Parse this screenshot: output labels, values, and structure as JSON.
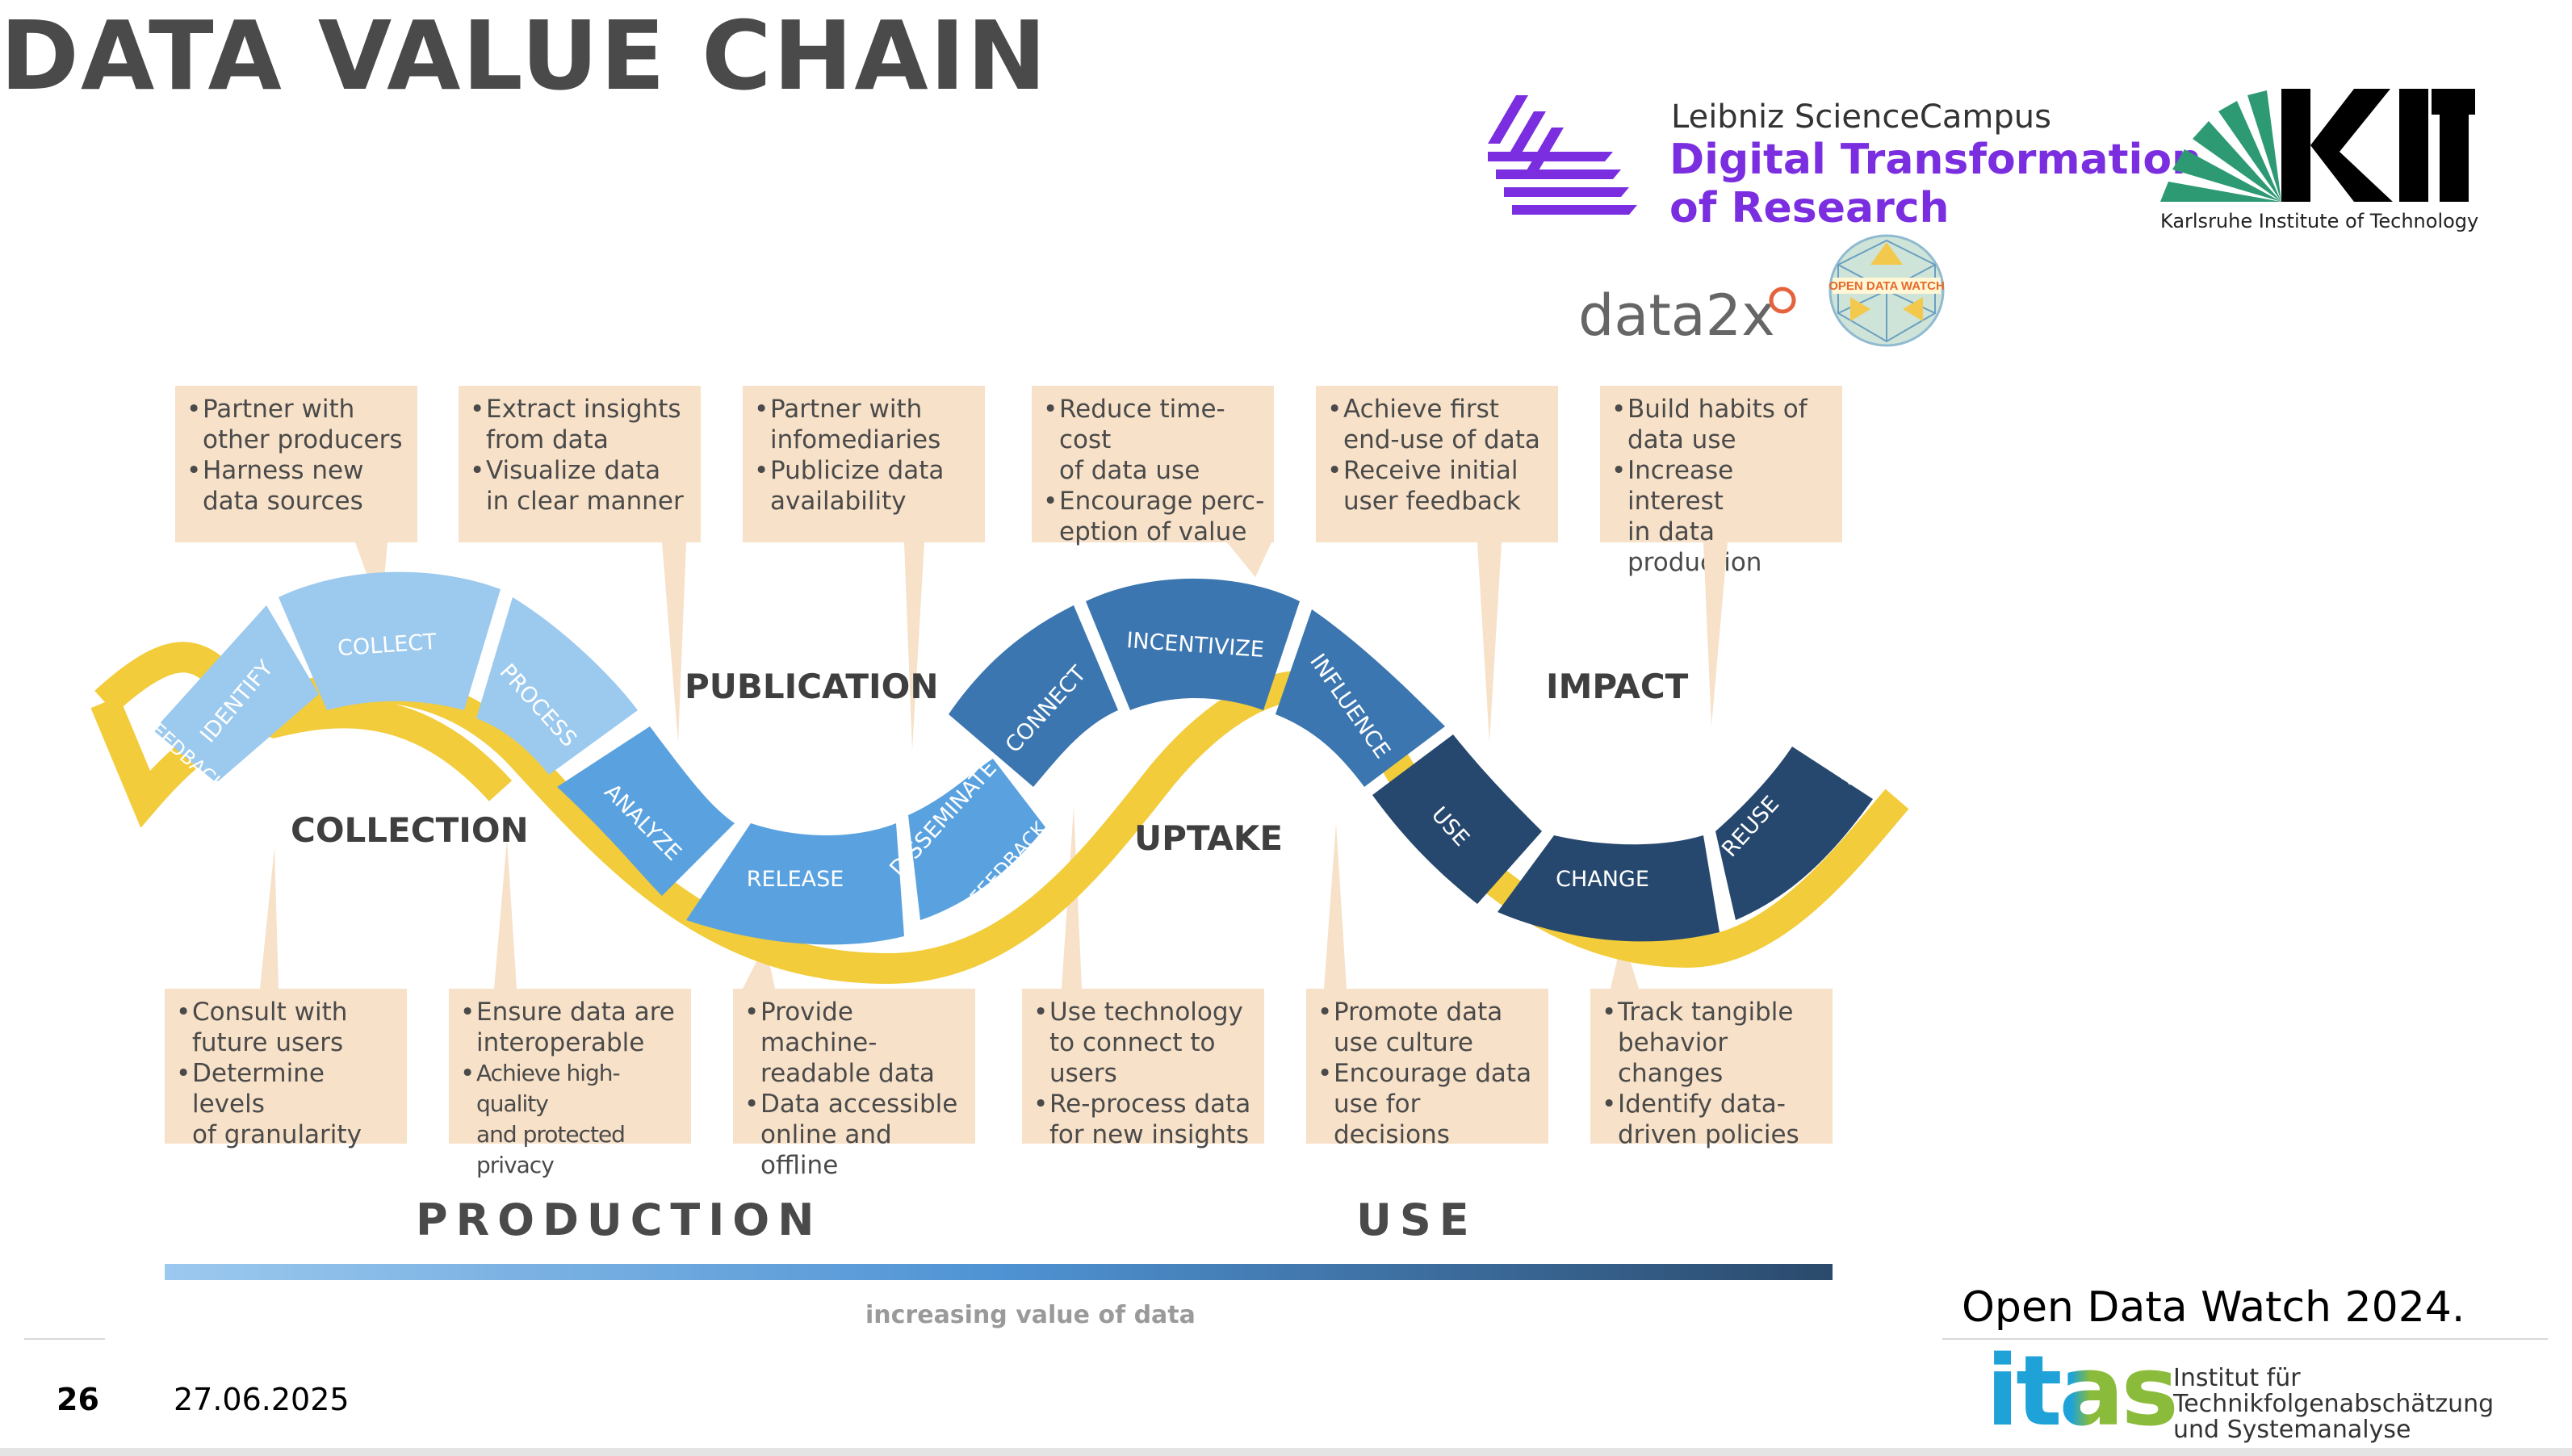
{
  "title": "DATA VALUE CHAIN",
  "logos": {
    "leibniz_line1": "Leibniz ScienceCampus",
    "leibniz_line2": "Digital Transformation\nof Research",
    "kit": "KIT",
    "kit_sub": "Karlsruhe Institute of Technology",
    "data2x": "data2x",
    "odw_badge": "OPEN DATA WATCH",
    "itas": "itas",
    "itas_sub": "Institut für\nTechnikfolgenabschätzung\nund Systemanalyse"
  },
  "top_boxes": [
    {
      "b1": "Partner with\nother producers",
      "b2": "Harness new\ndata sources"
    },
    {
      "b1": "Extract insights\nfrom data",
      "b2": "Visualize data\nin clear manner"
    },
    {
      "b1": "Partner with\ninfomediaries",
      "b2": "Publicize data\navailability"
    },
    {
      "b1": "Reduce time-cost\nof data use",
      "b2": "Encourage perc-\neption of value"
    },
    {
      "b1": "Achieve first\nend-use of data",
      "b2": "Receive initial\nuser feedback"
    },
    {
      "b1": "Build habits of\ndata use",
      "b2": "Increase interest\nin data production"
    }
  ],
  "bottom_boxes": [
    {
      "b1": "Consult with\nfuture users",
      "b2": "Determine levels\nof granularity"
    },
    {
      "b1": "Ensure data are\ninteroperable",
      "b2": "Achieve high-quality\nand protected privacy"
    },
    {
      "b1": "Provide machine-\nreadable data",
      "b2": "Data accessible\nonline and offline"
    },
    {
      "b1": "Use technology\nto connect to users",
      "b2": "Re-process data\nfor new insights"
    },
    {
      "b1": "Promote data\nuse culture",
      "b2": "Encourage data\nuse for decisions"
    },
    {
      "b1": "Track tangible\nbehavior changes",
      "b2": "Identify data-\ndriven policies"
    }
  ],
  "phases": {
    "collection": "COLLECTION",
    "publication": "PUBLICATION",
    "uptake": "UPTAKE",
    "impact": "IMPACT"
  },
  "segments": [
    "IDENTIFY",
    "COLLECT",
    "PROCESS",
    "ANALYZE",
    "RELEASE",
    "DISSEMINATE",
    "CONNECT",
    "INCENTIVIZE",
    "INFLUENCE",
    "USE",
    "CHANGE",
    "REUSE"
  ],
  "feedback_label": "FEEDBACK",
  "categories": {
    "production": "PRODUCTION",
    "use": "USE"
  },
  "caption": "increasing value of data",
  "footer": {
    "page": "26",
    "date": "27.06.2025"
  },
  "source": "Open Data Watch 2024.",
  "colors": {
    "box_fill": "#f7e1c8",
    "feedback_band": "#f2cc3a",
    "seg_light": "#9cc9ee",
    "seg_mid": "#5aa2df",
    "seg_dark_blue": "#3b76b0",
    "seg_navy": "#27486e",
    "leibniz_purple": "#7a2ee0",
    "kit_green": "#2d9a74",
    "itas_blue": "#1ea2d8",
    "itas_green": "#8bbb3a"
  }
}
